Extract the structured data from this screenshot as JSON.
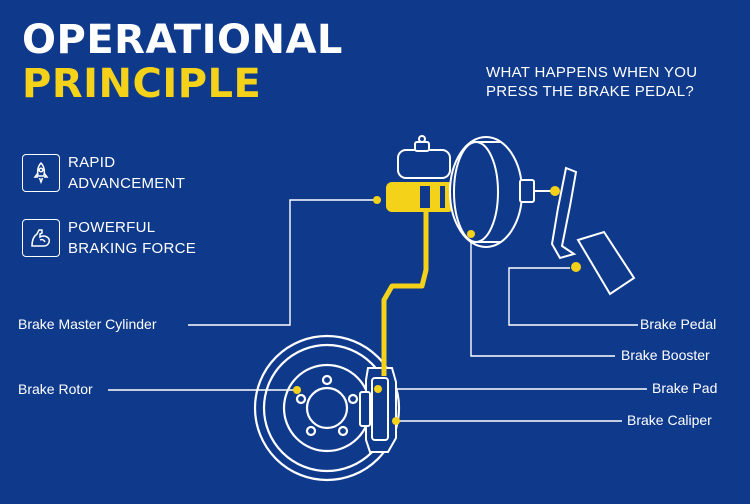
{
  "title": {
    "line1": "OPERATIONAL",
    "line2": "PRINCIPLE"
  },
  "question": "WHAT HAPPENS WHEN YOU PRESS THE BRAKE PEDAL?",
  "features": [
    {
      "icon": "rocket-icon",
      "label": "RAPID\nADVANCEMENT"
    },
    {
      "icon": "flexed-arm-icon",
      "label": "POWERFUL\nBRAKING FORCE"
    }
  ],
  "parts": {
    "master_cylinder": "Brake Master Cylinder",
    "rotor": "Brake Rotor",
    "pedal": "Brake Pedal",
    "booster": "Brake Booster",
    "pad": "Brake Pad",
    "caliper": "Brake Caliper"
  },
  "colors": {
    "background": "#0f3a8c",
    "accent": "#f5d21a",
    "line": "#ffffff"
  }
}
